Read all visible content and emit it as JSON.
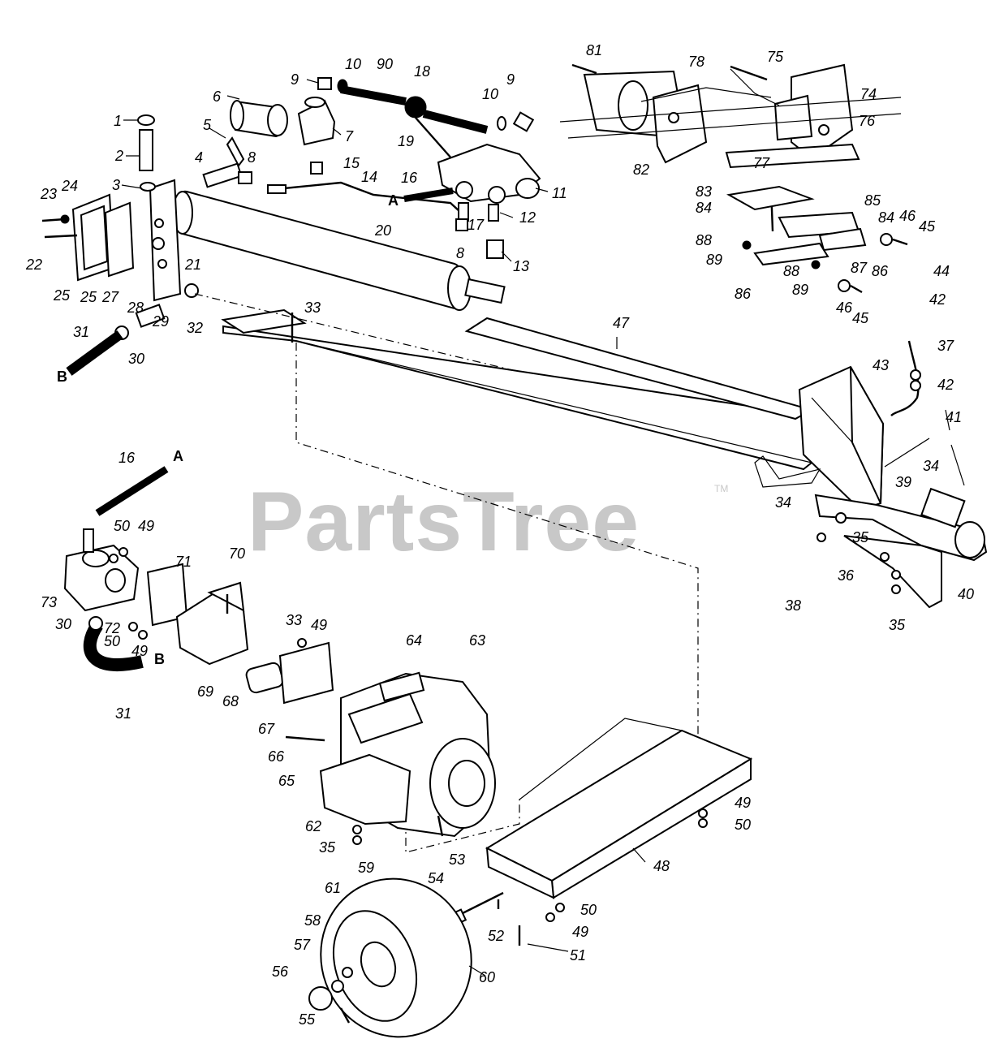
{
  "watermark": {
    "brand": "PartsTree",
    "trademark": "TM"
  },
  "hose_markers": {
    "a": "A",
    "b": "B"
  },
  "callouts": {
    "c1": "1",
    "c2": "2",
    "c3": "3",
    "c4": "4",
    "c5": "5",
    "c6": "6",
    "c7": "7",
    "c8a": "8",
    "c8b": "8",
    "c9a": "9",
    "c9b": "9",
    "c10a": "10",
    "c10b": "10",
    "c11": "11",
    "c12": "12",
    "c13": "13",
    "c14": "14",
    "c15": "15",
    "c16a": "16",
    "c16b": "16",
    "c17": "17",
    "c18": "18",
    "c19": "19",
    "c20": "20",
    "c21": "21",
    "c22": "22",
    "c23": "23",
    "c24": "24",
    "c25a": "25",
    "c25b": "25",
    "c27": "27",
    "c28": "28",
    "c29": "29",
    "c30a": "30",
    "c30b": "30",
    "c31a": "31",
    "c31b": "31",
    "c32": "32",
    "c33a": "33",
    "c33b": "33",
    "c34a": "34",
    "c34b": "34",
    "c35a": "35",
    "c35b": "35",
    "c35c": "35",
    "c36": "36",
    "c37": "37",
    "c38": "38",
    "c39": "39",
    "c40": "40",
    "c41": "41",
    "c42a": "42",
    "c42b": "42",
    "c43": "43",
    "c44": "44",
    "c45a": "45",
    "c45b": "45",
    "c46a": "46",
    "c46b": "46",
    "c47": "47",
    "c48": "48",
    "c49a": "49",
    "c49b": "49",
    "c49c": "49",
    "c49d": "49",
    "c49e": "49",
    "c50a": "50",
    "c50b": "50",
    "c50c": "50",
    "c50d": "50",
    "c51": "51",
    "c52": "52",
    "c53": "53",
    "c54": "54",
    "c55": "55",
    "c56": "56",
    "c57": "57",
    "c58": "58",
    "c59": "59",
    "c60": "60",
    "c61": "61",
    "c62": "62",
    "c63": "63",
    "c64": "64",
    "c65": "65",
    "c66": "66",
    "c67": "67",
    "c68": "68",
    "c69": "69",
    "c70": "70",
    "c71": "71",
    "c72": "72",
    "c73": "73",
    "c74": "74",
    "c75": "75",
    "c76": "76",
    "c77": "77",
    "c78": "78",
    "c81": "81",
    "c82": "82",
    "c83": "83",
    "c84a": "84",
    "c84b": "84",
    "c85": "85",
    "c86a": "86",
    "c86b": "86",
    "c87": "87",
    "c88a": "88",
    "c88b": "88",
    "c89a": "89",
    "c89b": "89",
    "c90": "90"
  }
}
